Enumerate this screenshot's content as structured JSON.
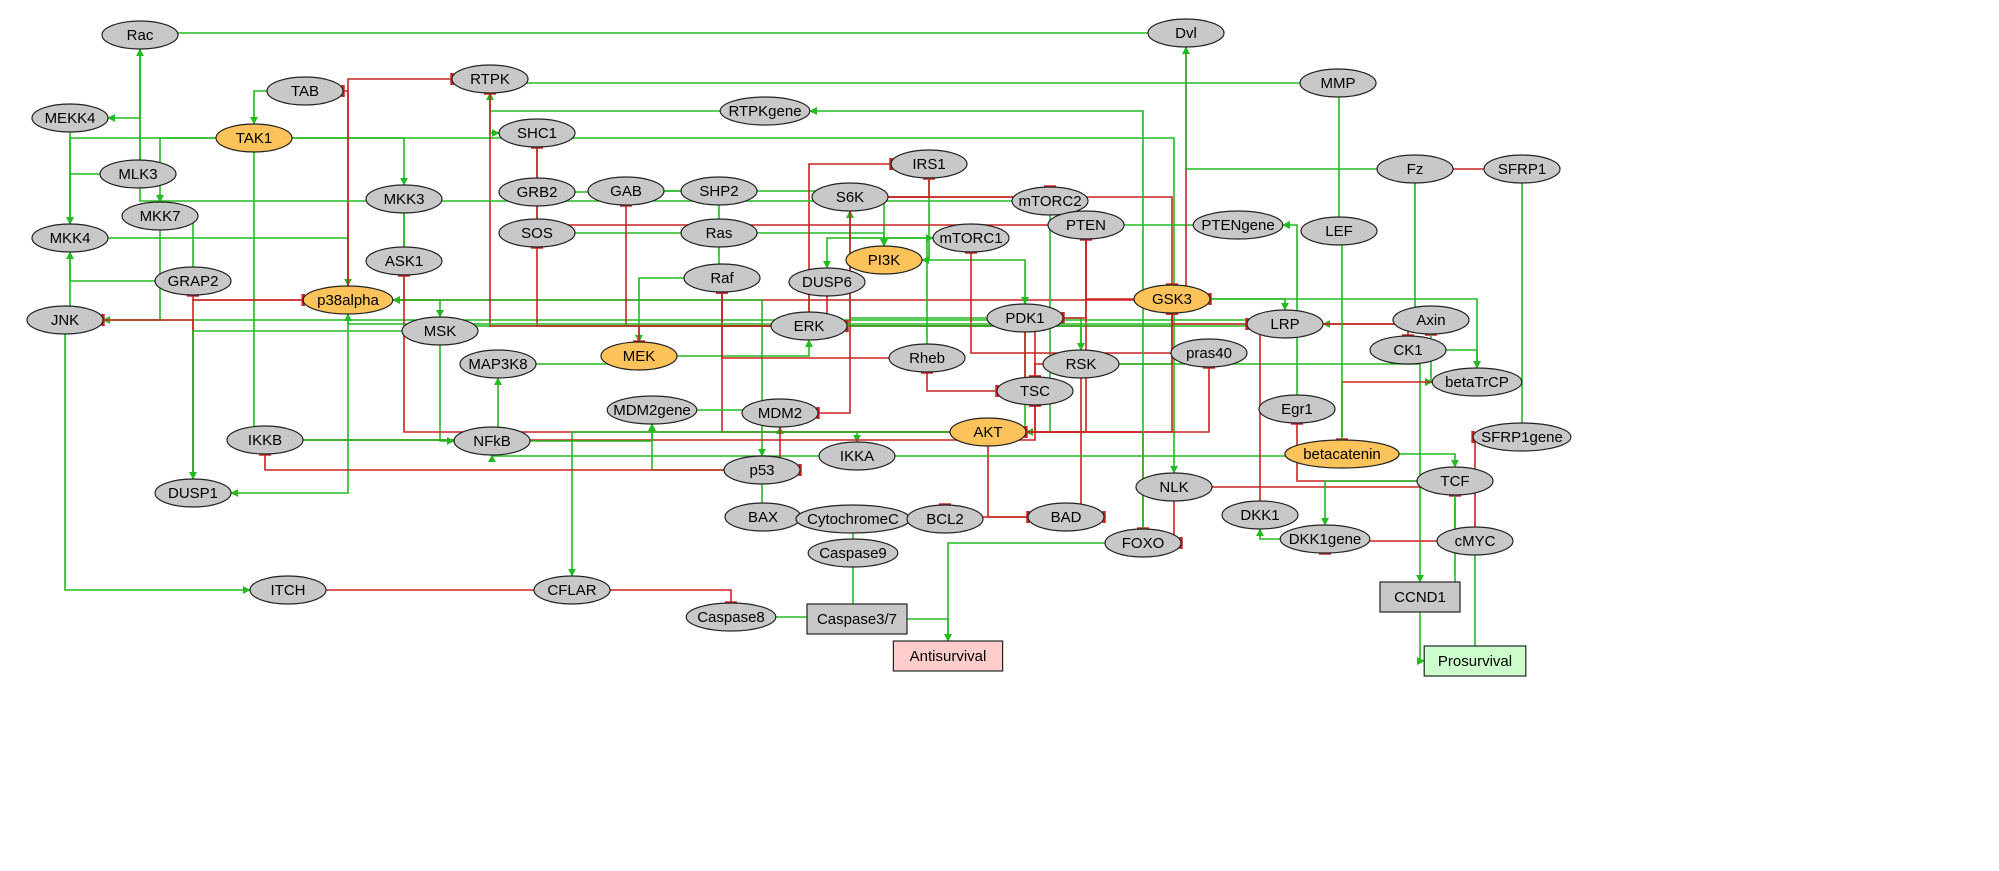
{
  "colors": {
    "node_default": "#c8c8c8",
    "node_highlight": "#fcc35a",
    "antisurvival_fill": "#ffcccc",
    "prosurvival_fill": "#ccffcc",
    "activation_edge": "#22bb22",
    "inhibition_edge": "#cc2222"
  },
  "nodes": [
    {
      "id": "Rac",
      "label": "Rac",
      "kind": "default"
    },
    {
      "id": "Dvl",
      "label": "Dvl",
      "kind": "default"
    },
    {
      "id": "RTPK",
      "label": "RTPK",
      "kind": "default"
    },
    {
      "id": "MMP",
      "label": "MMP",
      "kind": "default"
    },
    {
      "id": "TAB",
      "label": "TAB",
      "kind": "default"
    },
    {
      "id": "RTPKgene",
      "label": "RTPKgene",
      "kind": "default"
    },
    {
      "id": "MEKK4",
      "label": "MEKK4",
      "kind": "default"
    },
    {
      "id": "TAK1",
      "label": "TAK1",
      "kind": "highlight"
    },
    {
      "id": "SHC1",
      "label": "SHC1",
      "kind": "default"
    },
    {
      "id": "IRS1",
      "label": "IRS1",
      "kind": "default"
    },
    {
      "id": "MLK3",
      "label": "MLK3",
      "kind": "default"
    },
    {
      "id": "Fz",
      "label": "Fz",
      "kind": "default"
    },
    {
      "id": "SFRP1",
      "label": "SFRP1",
      "kind": "default"
    },
    {
      "id": "GRB2",
      "label": "GRB2",
      "kind": "default"
    },
    {
      "id": "GAB",
      "label": "GAB",
      "kind": "default"
    },
    {
      "id": "SHP2",
      "label": "SHP2",
      "kind": "default"
    },
    {
      "id": "S6K",
      "label": "S6K",
      "kind": "default"
    },
    {
      "id": "mTORC2",
      "label": "mTORC2",
      "kind": "default"
    },
    {
      "id": "MKK3",
      "label": "MKK3",
      "kind": "default"
    },
    {
      "id": "MKK7",
      "label": "MKK7",
      "kind": "default"
    },
    {
      "id": "PTEN",
      "label": "PTEN",
      "kind": "default"
    },
    {
      "id": "PTENgene",
      "label": "PTENgene",
      "kind": "default"
    },
    {
      "id": "SOS",
      "label": "SOS",
      "kind": "default"
    },
    {
      "id": "Ras",
      "label": "Ras",
      "kind": "default"
    },
    {
      "id": "MKK4",
      "label": "MKK4",
      "kind": "default"
    },
    {
      "id": "mTORC1",
      "label": "mTORC1",
      "kind": "default"
    },
    {
      "id": "LEF",
      "label": "LEF",
      "kind": "default"
    },
    {
      "id": "ASK1",
      "label": "ASK1",
      "kind": "default"
    },
    {
      "id": "PI3K",
      "label": "PI3K",
      "kind": "highlight"
    },
    {
      "id": "Raf",
      "label": "Raf",
      "kind": "default"
    },
    {
      "id": "GRAP2",
      "label": "GRAP2",
      "kind": "default"
    },
    {
      "id": "DUSP6",
      "label": "DUSP6",
      "kind": "default"
    },
    {
      "id": "p38alpha",
      "label": "p38alpha",
      "kind": "highlight"
    },
    {
      "id": "GSK3",
      "label": "GSK3",
      "kind": "highlight"
    },
    {
      "id": "PDK1",
      "label": "PDK1",
      "kind": "default"
    },
    {
      "id": "JNK",
      "label": "JNK",
      "kind": "default"
    },
    {
      "id": "ERK",
      "label": "ERK",
      "kind": "default"
    },
    {
      "id": "LRP",
      "label": "LRP",
      "kind": "default"
    },
    {
      "id": "Axin",
      "label": "Axin",
      "kind": "default"
    },
    {
      "id": "MSK",
      "label": "MSK",
      "kind": "default"
    },
    {
      "id": "CK1",
      "label": "CK1",
      "kind": "default"
    },
    {
      "id": "MEK",
      "label": "MEK",
      "kind": "highlight"
    },
    {
      "id": "pras40",
      "label": "pras40",
      "kind": "default"
    },
    {
      "id": "MAP3K8",
      "label": "MAP3K8",
      "kind": "default"
    },
    {
      "id": "Rheb",
      "label": "Rheb",
      "kind": "default"
    },
    {
      "id": "RSK",
      "label": "RSK",
      "kind": "default"
    },
    {
      "id": "betaTrCP",
      "label": "betaTrCP",
      "kind": "default"
    },
    {
      "id": "TSC",
      "label": "TSC",
      "kind": "default"
    },
    {
      "id": "Egr1",
      "label": "Egr1",
      "kind": "default"
    },
    {
      "id": "MDM2gene",
      "label": "MDM2gene",
      "kind": "default"
    },
    {
      "id": "MDM2",
      "label": "MDM2",
      "kind": "default"
    },
    {
      "id": "SFRP1gene",
      "label": "SFRP1gene",
      "kind": "default"
    },
    {
      "id": "IKKB",
      "label": "IKKB",
      "kind": "default"
    },
    {
      "id": "NFkB",
      "label": "NFkB",
      "kind": "default"
    },
    {
      "id": "AKT",
      "label": "AKT",
      "kind": "highlight"
    },
    {
      "id": "IKKA",
      "label": "IKKA",
      "kind": "default"
    },
    {
      "id": "betacatenin",
      "label": "betacatenin",
      "kind": "highlight"
    },
    {
      "id": "p53",
      "label": "p53",
      "kind": "default"
    },
    {
      "id": "TCF",
      "label": "TCF",
      "kind": "default"
    },
    {
      "id": "NLK",
      "label": "NLK",
      "kind": "default"
    },
    {
      "id": "DUSP1",
      "label": "DUSP1",
      "kind": "default"
    },
    {
      "id": "BAX",
      "label": "BAX",
      "kind": "default"
    },
    {
      "id": "CytochromeC",
      "label": "CytochromeC",
      "kind": "default"
    },
    {
      "id": "BCL2",
      "label": "BCL2",
      "kind": "default"
    },
    {
      "id": "BAD",
      "label": "BAD",
      "kind": "default"
    },
    {
      "id": "DKK1",
      "label": "DKK1",
      "kind": "default"
    },
    {
      "id": "DKK1gene",
      "label": "DKK1gene",
      "kind": "default"
    },
    {
      "id": "cMYC",
      "label": "cMYC",
      "kind": "default"
    },
    {
      "id": "FOXO",
      "label": "FOXO",
      "kind": "default"
    },
    {
      "id": "Caspase9",
      "label": "Caspase9",
      "kind": "default"
    },
    {
      "id": "ITCH",
      "label": "ITCH",
      "kind": "default"
    },
    {
      "id": "CFLAR",
      "label": "CFLAR",
      "kind": "default"
    },
    {
      "id": "CCND1",
      "label": "CCND1",
      "kind": "rect"
    },
    {
      "id": "Caspase8",
      "label": "Caspase8",
      "kind": "default"
    },
    {
      "id": "Caspase37",
      "label": "Caspase3/7",
      "kind": "rect"
    },
    {
      "id": "Antisurvival",
      "label": "Antisurvival",
      "kind": "anti"
    },
    {
      "id": "Prosurvival",
      "label": "Prosurvival",
      "kind": "pro"
    }
  ],
  "edges": [
    {
      "from": "Dvl",
      "to": "Rac",
      "type": "act"
    },
    {
      "from": "Rac",
      "to": "MEKK4",
      "type": "act"
    },
    {
      "from": "Rac",
      "to": "MLK3",
      "type": "act"
    },
    {
      "from": "TAB",
      "to": "TAK1",
      "type": "act"
    },
    {
      "from": "TAK1",
      "to": "MKK4",
      "type": "act"
    },
    {
      "from": "TAK1",
      "to": "MKK7",
      "type": "act"
    },
    {
      "from": "TAK1",
      "to": "MKK3",
      "type": "act"
    },
    {
      "from": "TAK1",
      "to": "IKKB",
      "type": "act"
    },
    {
      "from": "TAK1",
      "to": "NLK",
      "type": "act"
    },
    {
      "from": "MEKK4",
      "to": "MKK4",
      "type": "act"
    },
    {
      "from": "MLK3",
      "to": "MKK4",
      "type": "act"
    },
    {
      "from": "MKK4",
      "to": "JNK",
      "type": "act"
    },
    {
      "from": "MKK4",
      "to": "p38alpha",
      "type": "act"
    },
    {
      "from": "MKK7",
      "to": "JNK",
      "type": "act"
    },
    {
      "from": "GRAP2",
      "to": "MKK4",
      "type": "act"
    },
    {
      "from": "GRAP2",
      "to": "MKK7",
      "type": "act"
    },
    {
      "from": "JNK",
      "to": "ITCH",
      "type": "act"
    },
    {
      "from": "JNK",
      "to": "LRP",
      "type": "act"
    },
    {
      "from": "MKK3",
      "to": "p38alpha",
      "type": "act"
    },
    {
      "from": "ASK1",
      "to": "MKK3",
      "type": "act"
    },
    {
      "from": "p38alpha",
      "to": "TAB",
      "type": "inh"
    },
    {
      "from": "p38alpha",
      "to": "GRAP2",
      "type": "inh"
    },
    {
      "from": "p38alpha",
      "to": "MSK",
      "type": "act"
    },
    {
      "from": "p38alpha",
      "to": "RTPK",
      "type": "inh"
    },
    {
      "from": "p38alpha",
      "to": "GSK3",
      "type": "inh"
    },
    {
      "from": "p38alpha",
      "to": "DUSP1",
      "type": "act"
    },
    {
      "from": "p38alpha",
      "to": "p53",
      "type": "act"
    },
    {
      "from": "DUSP1",
      "to": "JNK",
      "type": "inh"
    },
    {
      "from": "DUSP1",
      "to": "p38alpha",
      "type": "inh"
    },
    {
      "from": "MSK",
      "to": "DUSP1",
      "type": "act"
    },
    {
      "from": "MSK",
      "to": "NFkB",
      "type": "act"
    },
    {
      "from": "RTPK",
      "to": "SHC1",
      "type": "act"
    },
    {
      "from": "RTPKgene",
      "to": "RTPK",
      "type": "act"
    },
    {
      "from": "MMP",
      "to": "RTPK",
      "type": "act"
    },
    {
      "from": "SHC1",
      "to": "GRB2",
      "type": "act"
    },
    {
      "from": "GRB2",
      "to": "SOS",
      "type": "act"
    },
    {
      "from": "GRB2",
      "to": "GAB",
      "type": "act"
    },
    {
      "from": "GAB",
      "to": "SHP2",
      "type": "act"
    },
    {
      "from": "GAB",
      "to": "PI3K",
      "type": "act"
    },
    {
      "from": "SHP2",
      "to": "Ras",
      "type": "act"
    },
    {
      "from": "SOS",
      "to": "Ras",
      "type": "act"
    },
    {
      "from": "Ras",
      "to": "Raf",
      "type": "act"
    },
    {
      "from": "Ras",
      "to": "PI3K",
      "type": "act"
    },
    {
      "from": "Raf",
      "to": "MEK",
      "type": "act"
    },
    {
      "from": "MEK",
      "to": "ERK",
      "type": "act"
    },
    {
      "from": "MAP3K8",
      "to": "MEK",
      "type": "act"
    },
    {
      "from": "ERK",
      "to": "DUSP6",
      "type": "act"
    },
    {
      "from": "DUSP6",
      "to": "ERK",
      "type": "inh"
    },
    {
      "from": "ERK",
      "to": "SOS",
      "type": "inh"
    },
    {
      "from": "ERK",
      "to": "GAB",
      "type": "inh"
    },
    {
      "from": "ERK",
      "to": "Raf",
      "type": "inh"
    },
    {
      "from": "ERK",
      "to": "MEK",
      "type": "inh"
    },
    {
      "from": "ERK",
      "to": "IRS1",
      "type": "inh"
    },
    {
      "from": "ERK",
      "to": "MSK",
      "type": "act"
    },
    {
      "from": "ERK",
      "to": "RSK",
      "type": "act"
    },
    {
      "from": "ERK",
      "to": "TSC",
      "type": "inh"
    },
    {
      "from": "ERK",
      "to": "GSK3",
      "type": "inh"
    },
    {
      "from": "ERK",
      "to": "LRP",
      "type": "act"
    },
    {
      "from": "ERK",
      "to": "RTPK",
      "type": "inh"
    },
    {
      "from": "IRS1",
      "to": "PI3K",
      "type": "act"
    },
    {
      "from": "PI3K",
      "to": "PDK1",
      "type": "act"
    },
    {
      "from": "PDK1",
      "to": "AKT",
      "type": "act"
    },
    {
      "from": "PDK1",
      "to": "RSK",
      "type": "act"
    },
    {
      "from": "PDK1",
      "to": "S6K",
      "type": "act"
    },
    {
      "from": "PDK1",
      "to": "TSC",
      "type": "inh"
    },
    {
      "from": "mTORC1",
      "to": "S6K",
      "type": "act"
    },
    {
      "from": "mTORC1",
      "to": "DUSP6",
      "type": "act"
    },
    {
      "from": "S6K",
      "to": "IRS1",
      "type": "inh"
    },
    {
      "from": "S6K",
      "to": "mTORC2",
      "type": "inh"
    },
    {
      "from": "S6K",
      "to": "GSK3",
      "type": "inh"
    },
    {
      "from": "S6K",
      "to": "MDM2",
      "type": "inh"
    },
    {
      "from": "mTORC2",
      "to": "AKT",
      "type": "act"
    },
    {
      "from": "mTORC2",
      "to": "Rac",
      "type": "act"
    },
    {
      "from": "PTEN",
      "to": "PDK1",
      "type": "inh"
    },
    {
      "from": "PTEN",
      "to": "AKT",
      "type": "inh"
    },
    {
      "from": "PTEN",
      "to": "SHC1",
      "type": "inh"
    },
    {
      "from": "PTENgene",
      "to": "PTEN",
      "type": "act"
    },
    {
      "from": "GSK3",
      "to": "PTEN",
      "type": "inh"
    },
    {
      "from": "GSK3",
      "to": "betaTrCP",
      "type": "act"
    },
    {
      "from": "GSK3",
      "to": "LRP",
      "type": "act"
    },
    {
      "from": "Dvl",
      "to": "GSK3",
      "type": "inh"
    },
    {
      "from": "Rheb",
      "to": "mTORC1",
      "type": "act"
    },
    {
      "from": "Rheb",
      "to": "Raf",
      "type": "inh"
    },
    {
      "from": "TSC",
      "to": "Rheb",
      "type": "inh"
    },
    {
      "from": "RSK",
      "to": "TSC",
      "type": "inh"
    },
    {
      "from": "RSK",
      "to": "GSK3",
      "type": "inh"
    },
    {
      "from": "RSK",
      "to": "BAD",
      "type": "inh"
    },
    {
      "from": "RSK",
      "to": "CCND1",
      "type": "act"
    },
    {
      "from": "pras40",
      "to": "mTORC1",
      "type": "inh"
    },
    {
      "from": "AKT",
      "to": "GSK3",
      "type": "inh"
    },
    {
      "from": "AKT",
      "to": "pras40",
      "type": "inh"
    },
    {
      "from": "AKT",
      "to": "TSC",
      "type": "inh"
    },
    {
      "from": "AKT",
      "to": "MDM2",
      "type": "act"
    },
    {
      "from": "AKT",
      "to": "IKKA",
      "type": "act"
    },
    {
      "from": "AKT",
      "to": "BAD",
      "type": "inh"
    },
    {
      "from": "AKT",
      "to": "FOXO",
      "type": "inh"
    },
    {
      "from": "AKT",
      "to": "ASK1",
      "type": "inh"
    },
    {
      "from": "AKT",
      "to": "Raf",
      "type": "inh"
    },
    {
      "from": "AKT",
      "to": "CFLAR",
      "type": "act"
    },
    {
      "from": "IKKB",
      "to": "NFkB",
      "type": "act"
    },
    {
      "from": "IKKB",
      "to": "TSC",
      "type": "inh"
    },
    {
      "from": "IKKB",
      "to": "MAP3K8",
      "type": "act"
    },
    {
      "from": "IKKA",
      "to": "NFkB",
      "type": "act"
    },
    {
      "from": "IKKA",
      "to": "betacatenin",
      "type": "act"
    },
    {
      "from": "NFkB",
      "to": "MDM2gene",
      "type": "act"
    },
    {
      "from": "MDM2gene",
      "to": "MDM2",
      "type": "act"
    },
    {
      "from": "MDM2",
      "to": "p53",
      "type": "inh"
    },
    {
      "from": "p53",
      "to": "MDM2gene",
      "type": "act"
    },
    {
      "from": "p53",
      "to": "BAX",
      "type": "act"
    },
    {
      "from": "p53",
      "to": "IKKB",
      "type": "inh"
    },
    {
      "from": "BAX",
      "to": "CytochromeC",
      "type": "act"
    },
    {
      "from": "BCL2",
      "to": "CytochromeC",
      "type": "inh"
    },
    {
      "from": "BAD",
      "to": "BCL2",
      "type": "inh"
    },
    {
      "from": "CytochromeC",
      "to": "Caspase9",
      "type": "act"
    },
    {
      "from": "Caspase9",
      "to": "Caspase37",
      "type": "act"
    },
    {
      "from": "Caspase8",
      "to": "Caspase37",
      "type": "act"
    },
    {
      "from": "CFLAR",
      "to": "Caspase8",
      "type": "inh"
    },
    {
      "from": "ITCH",
      "to": "CFLAR",
      "type": "inh"
    },
    {
      "from": "Caspase37",
      "to": "Antisurvival",
      "type": "act"
    },
    {
      "from": "FOXO",
      "to": "Antisurvival",
      "type": "act"
    },
    {
      "from": "FOXO",
      "to": "RTPKgene",
      "type": "act"
    },
    {
      "from": "NLK",
      "to": "FOXO",
      "type": "inh"
    },
    {
      "from": "NLK",
      "to": "TCF",
      "type": "inh"
    },
    {
      "from": "Fz",
      "to": "Dvl",
      "type": "act"
    },
    {
      "from": "Fz",
      "to": "LRP",
      "type": "act"
    },
    {
      "from": "SFRP1",
      "to": "Fz",
      "type": "inh"
    },
    {
      "from": "LRP",
      "to": "Axin",
      "type": "inh"
    },
    {
      "from": "LRP",
      "to": "CK1",
      "type": "inh"
    },
    {
      "from": "LRP",
      "to": "p38alpha",
      "type": "act"
    },
    {
      "from": "LRP",
      "to": "GSK3",
      "type": "inh"
    },
    {
      "from": "Axin",
      "to": "betaTrCP",
      "type": "act"
    },
    {
      "from": "CK1",
      "to": "betaTrCP",
      "type": "act"
    },
    {
      "from": "betaTrCP",
      "to": "betacatenin",
      "type": "inh"
    },
    {
      "from": "betacatenin",
      "to": "LEF",
      "type": "act"
    },
    {
      "from": "betacatenin",
      "to": "TCF",
      "type": "act"
    },
    {
      "from": "LEF",
      "to": "MMP",
      "type": "act"
    },
    {
      "from": "Egr1",
      "to": "PTENgene",
      "type": "act"
    },
    {
      "from": "TCF",
      "to": "Egr1",
      "type": "inh"
    },
    {
      "from": "TCF",
      "to": "DKK1gene",
      "type": "act"
    },
    {
      "from": "TCF",
      "to": "cMYC",
      "type": "act"
    },
    {
      "from": "TCF",
      "to": "CCND1",
      "type": "act"
    },
    {
      "from": "DKK1gene",
      "to": "DKK1",
      "type": "act"
    },
    {
      "from": "DKK1",
      "to": "LRP",
      "type": "inh"
    },
    {
      "from": "cMYC",
      "to": "DKK1gene",
      "type": "inh"
    },
    {
      "from": "cMYC",
      "to": "SFRP1gene",
      "type": "inh"
    },
    {
      "from": "cMYC",
      "to": "Prosurvival",
      "type": "act"
    },
    {
      "from": "SFRP1gene",
      "to": "SFRP1",
      "type": "act"
    },
    {
      "from": "CCND1",
      "to": "Prosurvival",
      "type": "act"
    }
  ]
}
